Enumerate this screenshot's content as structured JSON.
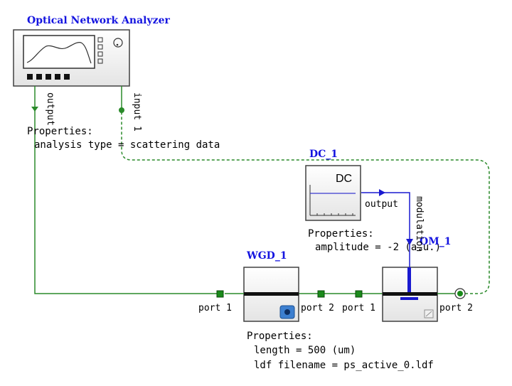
{
  "analyzer": {
    "title": "Optical Network Analyzer",
    "port_output": "output",
    "port_input": "input 1",
    "properties_label": "Properties:",
    "property_analysis": "analysis type = scattering data"
  },
  "dc": {
    "title": "DC_1",
    "icon_text": "DC",
    "port_output": "output",
    "properties_label": "Properties:",
    "property_amplitude": "amplitude = -2 (a.u.)"
  },
  "wgd": {
    "title": "WGD_1",
    "port_left": "port 1",
    "port_right": "port 2",
    "properties_label": "Properties:",
    "property_length": "length = 500 (um)",
    "property_ldf": "ldf filename = ps_active_0.ldf"
  },
  "om": {
    "title": "OM_1",
    "port_left": "port 1",
    "port_right": "port 2",
    "port_modulation": "modulation"
  },
  "colors": {
    "title_blue": "#1414e0",
    "optical_green": "#2a8a2a",
    "port_green": "#1a8a1a",
    "electrical_blue": "#1a1ad0",
    "box_border": "#404040",
    "box_fill": "#f4f4f4"
  }
}
